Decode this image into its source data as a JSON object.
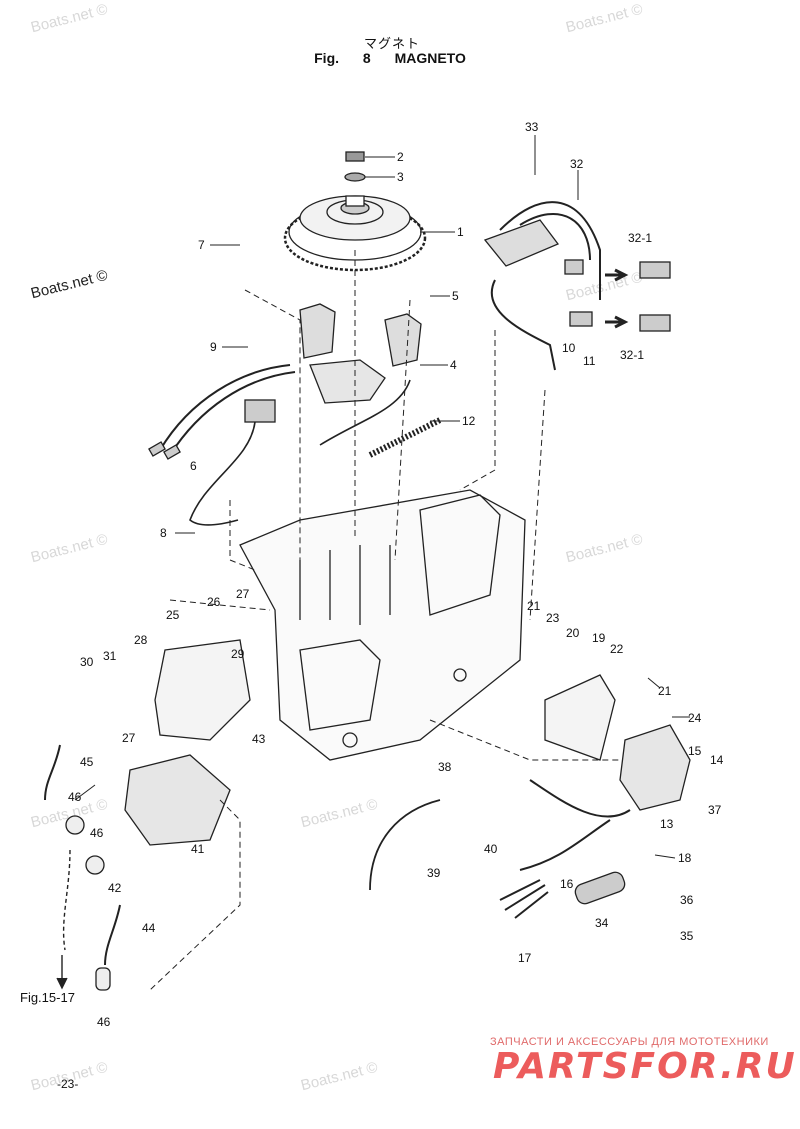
{
  "header": {
    "title_jp": "マグネト",
    "title_en": "Fig. 8      MAGNETO"
  },
  "watermark": "Boats.net ©",
  "watermark_dark": "Boats.net ©",
  "page_number": "-23-",
  "figure_reference": "Fig.15-17",
  "brand": {
    "subtitle": "ЗАПЧАСТИ И АКСЕССУАРЫ ДЛЯ МОТОТЕХНИКИ",
    "name": "PARTSFOR.RU"
  },
  "callouts": [
    "1",
    "2",
    "3",
    "4",
    "5",
    "6",
    "7",
    "8",
    "9",
    "10",
    "11",
    "12",
    "13",
    "15",
    "14",
    "16",
    "17",
    "18",
    "19",
    "20",
    "21",
    "21",
    "22",
    "23",
    "24",
    "25",
    "26",
    "27",
    "27",
    "28",
    "29",
    "30",
    "31",
    "32",
    "32-1",
    "32-1",
    "33",
    "34",
    "35",
    "36",
    "37",
    "38",
    "39",
    "40",
    "41",
    "42",
    "43",
    "44",
    "45",
    "46",
    "46",
    "46"
  ]
}
